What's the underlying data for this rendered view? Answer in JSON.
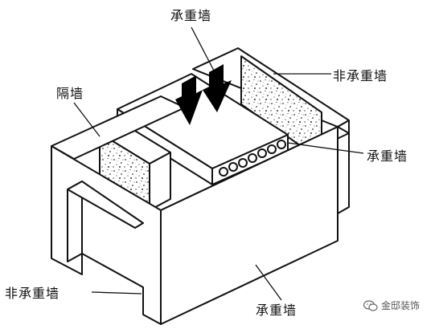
{
  "labels": {
    "top_load_bearing": "承重墙",
    "right_non_load_bearing": "非承重墙",
    "partition": "隔墙",
    "right_load_bearing_slab": "承重墙",
    "bottom_left_non_load_bearing": "非承重墙",
    "bottom_front_load_bearing": "承重墙"
  },
  "watermark": {
    "text": "金邸装饰",
    "icon": "wechat-icon"
  }
}
